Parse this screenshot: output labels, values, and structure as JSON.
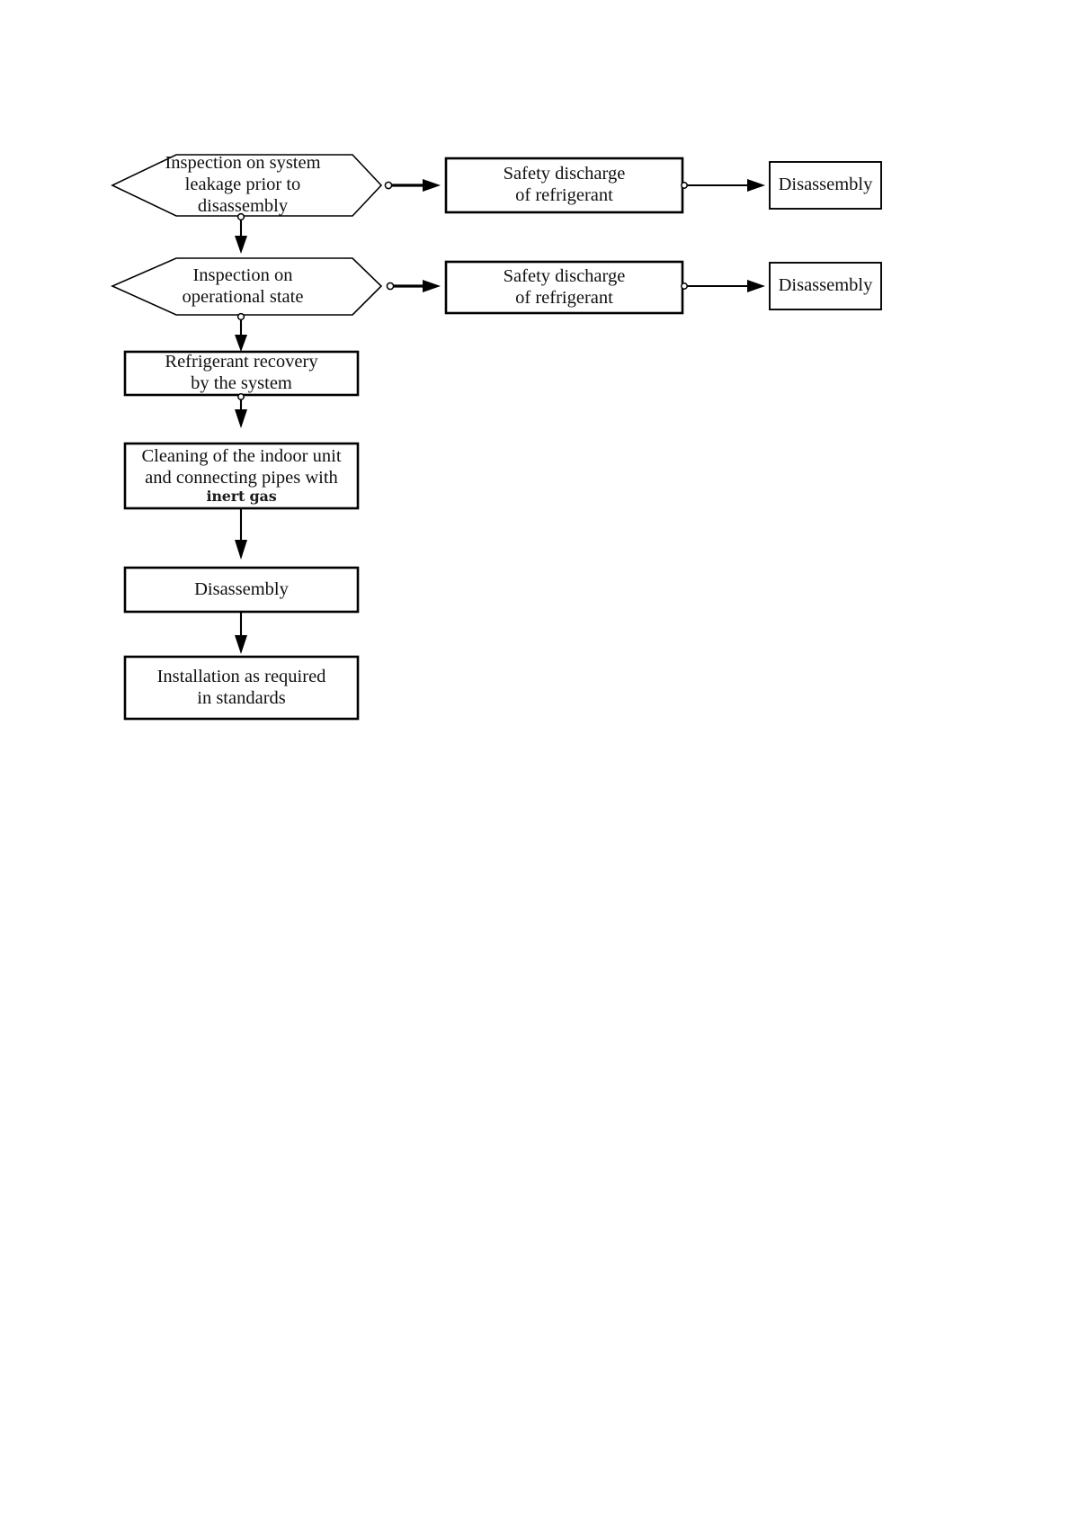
{
  "diagram": {
    "title": "Refrigerant system disassembly flowchart",
    "type": "flowchart",
    "background_color": "#ffffff",
    "line_color": "#000000",
    "text_color": "#111111",
    "nodes": [
      {
        "id": "inspection-leakage",
        "shape": "hexagon",
        "lines": [
          "Inspection on system",
          "leakage prior to",
          "disassembly"
        ]
      },
      {
        "id": "safety-discharge-1",
        "shape": "rectangle",
        "lines": [
          "Safety discharge",
          "of refrigerant"
        ]
      },
      {
        "id": "disassembly-right-1",
        "shape": "rectangle",
        "lines": [
          "Disassembly"
        ]
      },
      {
        "id": "inspection-operational",
        "shape": "hexagon",
        "lines": [
          "Inspection on",
          "operational state"
        ]
      },
      {
        "id": "safety-discharge-2",
        "shape": "rectangle",
        "lines": [
          "Safety discharge",
          "of refrigerant"
        ]
      },
      {
        "id": "disassembly-right-2",
        "shape": "rectangle",
        "lines": [
          "Disassembly"
        ]
      },
      {
        "id": "refrigerant-recovery",
        "shape": "rectangle",
        "lines": [
          "Refrigerant recovery",
          "by the system"
        ]
      },
      {
        "id": "cleaning-indoor-unit",
        "shape": "rectangle",
        "lines": [
          "Cleaning of the indoor unit",
          "and connecting pipes with",
          "inert gas"
        ]
      },
      {
        "id": "disassembly-main",
        "shape": "rectangle",
        "lines": [
          "Disassembly"
        ]
      },
      {
        "id": "installation-standards",
        "shape": "rectangle",
        "lines": [
          "Installation as required",
          "in standards"
        ]
      }
    ],
    "connectors": [
      {
        "id": "leakage-to-discharge1",
        "from": "inspection-leakage",
        "to": "safety-discharge-1",
        "direction": "right"
      },
      {
        "id": "discharge1-to-disassembly1",
        "from": "safety-discharge-1",
        "to": "disassembly-right-1",
        "direction": "right"
      },
      {
        "id": "leakage-to-operational",
        "from": "inspection-leakage",
        "to": "inspection-operational",
        "direction": "down"
      },
      {
        "id": "operational-to-discharge2",
        "from": "inspection-operational",
        "to": "safety-discharge-2",
        "direction": "right"
      },
      {
        "id": "discharge2-to-disassembly2",
        "from": "safety-discharge-2",
        "to": "disassembly-right-2",
        "direction": "right"
      },
      {
        "id": "operational-to-recovery",
        "from": "inspection-operational",
        "to": "refrigerant-recovery",
        "direction": "down"
      },
      {
        "id": "recovery-to-cleaning",
        "from": "refrigerant-recovery",
        "to": "cleaning-indoor-unit",
        "direction": "down"
      },
      {
        "id": "cleaning-to-disassembly",
        "from": "cleaning-indoor-unit",
        "to": "disassembly-main",
        "direction": "down"
      },
      {
        "id": "disassembly-to-installation",
        "from": "disassembly-main",
        "to": "installation-standards",
        "direction": "down"
      }
    ]
  }
}
